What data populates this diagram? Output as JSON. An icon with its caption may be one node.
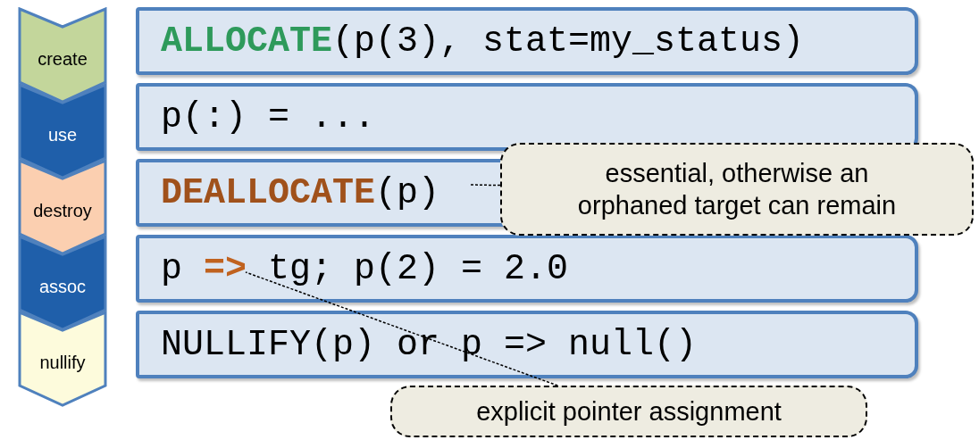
{
  "diagram": {
    "nodes": [
      {
        "text": [
          "create"
        ]
      },
      {
        "text": [
          "use"
        ]
      },
      {
        "text": [
          "destroy"
        ]
      },
      {
        "text": [
          "assoc"
        ]
      },
      {
        "text": [
          "nullify"
        ]
      },
      {
        "text": [
          "**ALLOCATE**(p(3), stat=my_status)"
        ]
      },
      {
        "text": [
          "p(:) = ..."
        ]
      },
      {
        "text": [
          "**DEALLOCATE**(p)"
        ]
      },
      {
        "text": [
          "p **=>** tg; p(2) = 2.0"
        ]
      },
      {
        "text": [
          "NULLIFY(p) or p => null()"
        ]
      },
      {
        "text": [
          "essential, otherwise an orphaned target can remain"
        ]
      },
      {
        "text": [
          "explicit pointer assignment"
        ]
      }
    ],
    "edges": [
      {
        "from": 10,
        "to": 7,
        "arrow": "none"
      },
      {
        "from": 11,
        "to": 8,
        "arrow": "none"
      }
    ]
  }
}
